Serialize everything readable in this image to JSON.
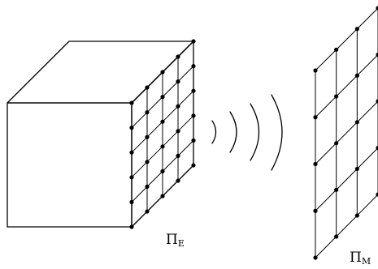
{
  "diagram": {
    "label_e": {
      "symbol": "Π",
      "subscript": "E"
    },
    "label_m": {
      "symbol": "Π",
      "subscript": "M"
    },
    "colors": {
      "stroke": "#000000",
      "fill": "#ffffff",
      "dot": "#000000"
    },
    "lattice_e": {
      "rows": 5,
      "cols": 4
    },
    "lattice_m": {
      "rows": 4,
      "cols": 3
    },
    "wave_arc_count": 4
  }
}
